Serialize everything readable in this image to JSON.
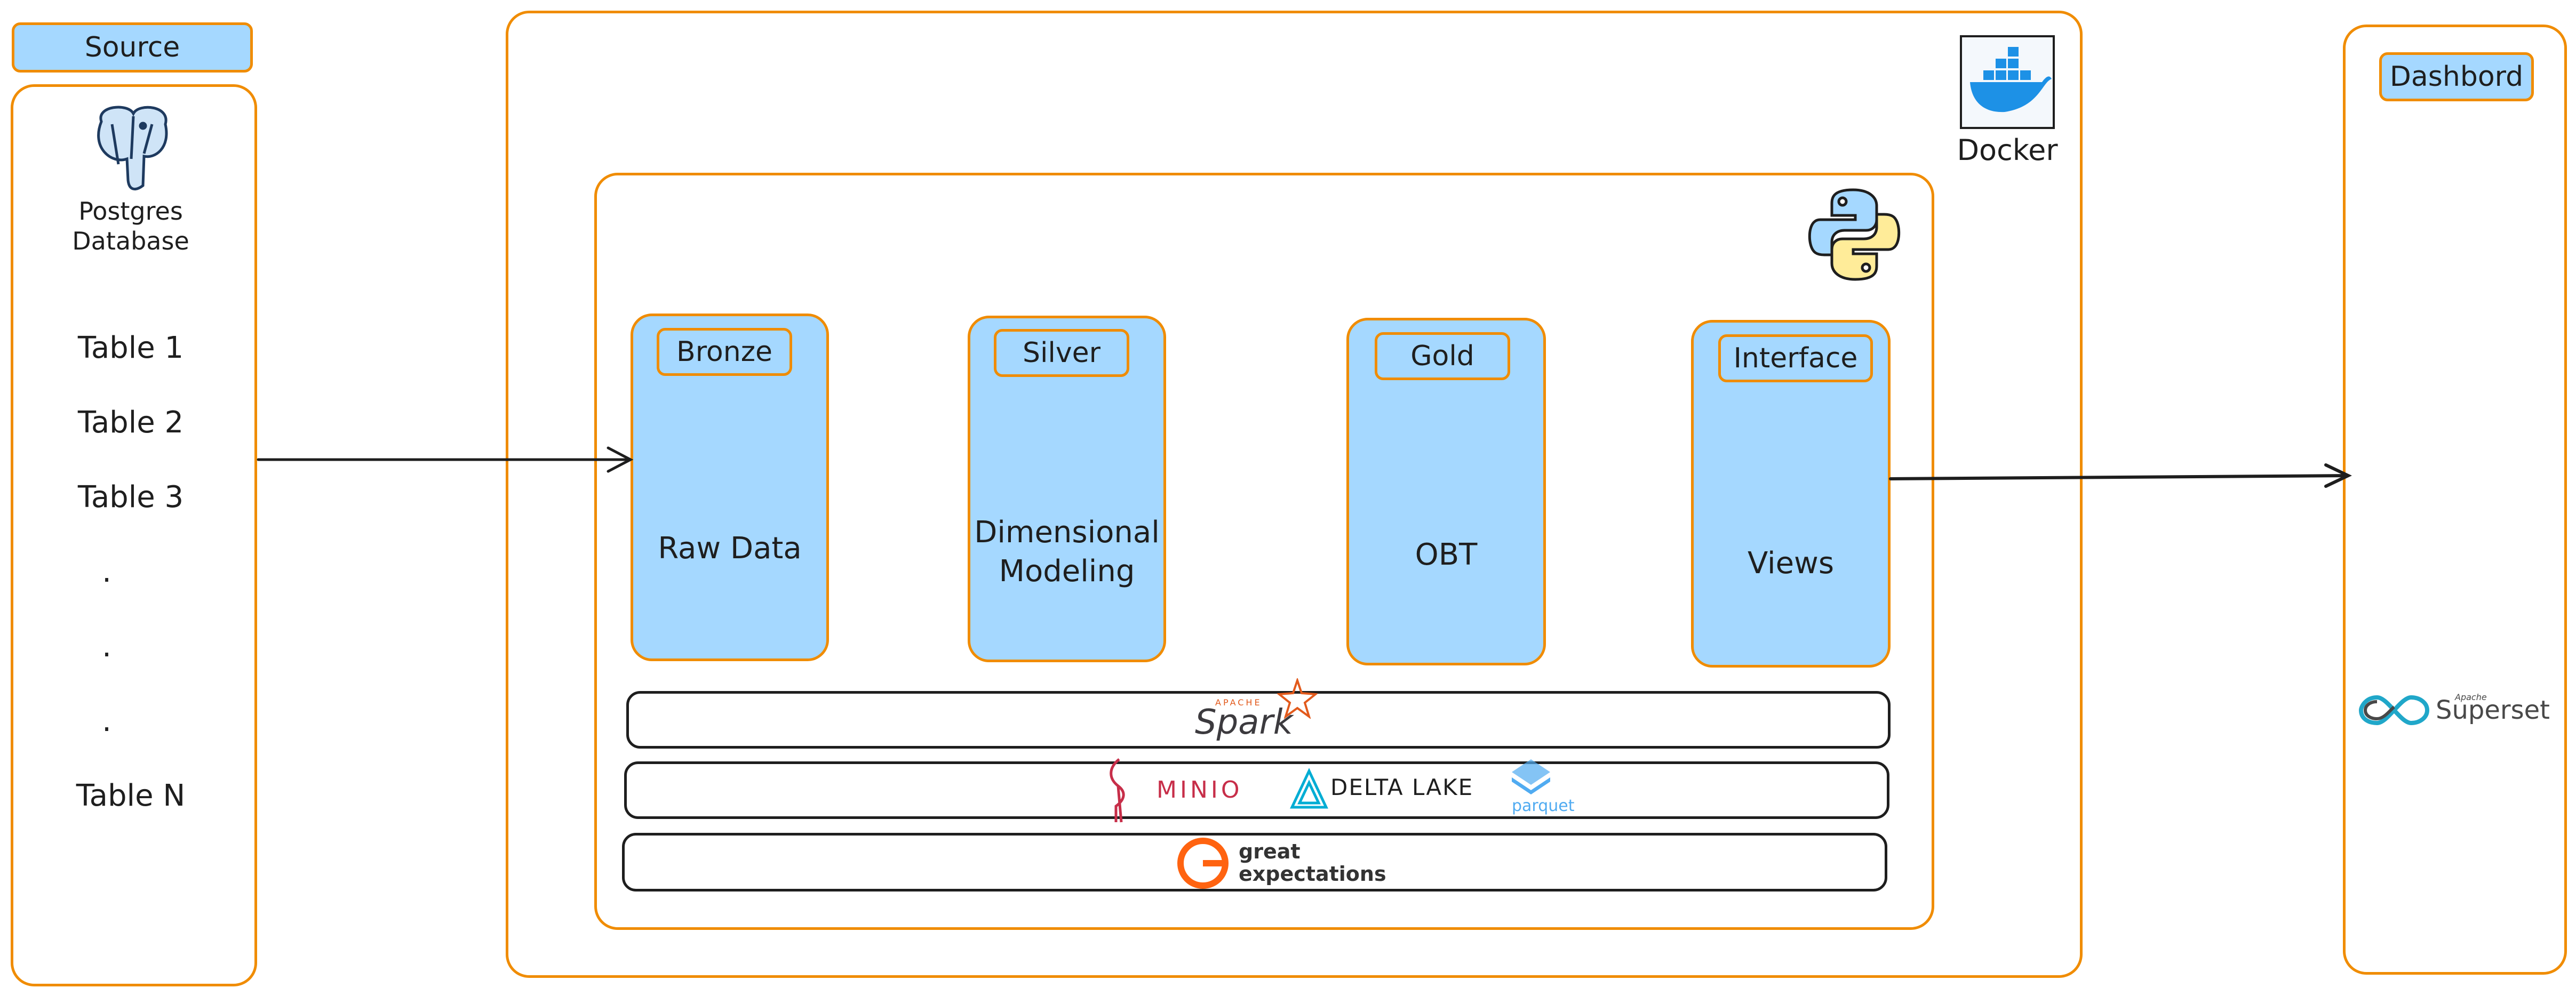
{
  "source": {
    "label": "Source",
    "db_label_line1": "Postgres",
    "db_label_line2": "Database",
    "tables": [
      "Table 1",
      "Table 2",
      "Table 3",
      ".",
      ".",
      ".",
      "Table N"
    ]
  },
  "pipeline": {
    "docker_label": "Docker",
    "layers": [
      {
        "title": "Bronze",
        "line1": "Raw Data",
        "line2": ""
      },
      {
        "title": "Silver",
        "line1": "Dimensional",
        "line2": "Modeling"
      },
      {
        "title": "Gold",
        "line1": "OBT",
        "line2": ""
      },
      {
        "title": "Interface",
        "line1": "Views",
        "line2": ""
      }
    ],
    "tools": {
      "spark_top": "APACHE",
      "spark": "Spark",
      "minio": "MINIO",
      "delta": "DELTA LAKE",
      "parquet": "parquet",
      "ge_line1": "great",
      "ge_line2": "expectations"
    }
  },
  "dashboard": {
    "label": "Dashbord",
    "superset_small": "Apache",
    "superset": "Superset"
  },
  "colors": {
    "border": "#f08c00",
    "fill": "#a5d8ff",
    "stroke": "#1e1e1e"
  }
}
